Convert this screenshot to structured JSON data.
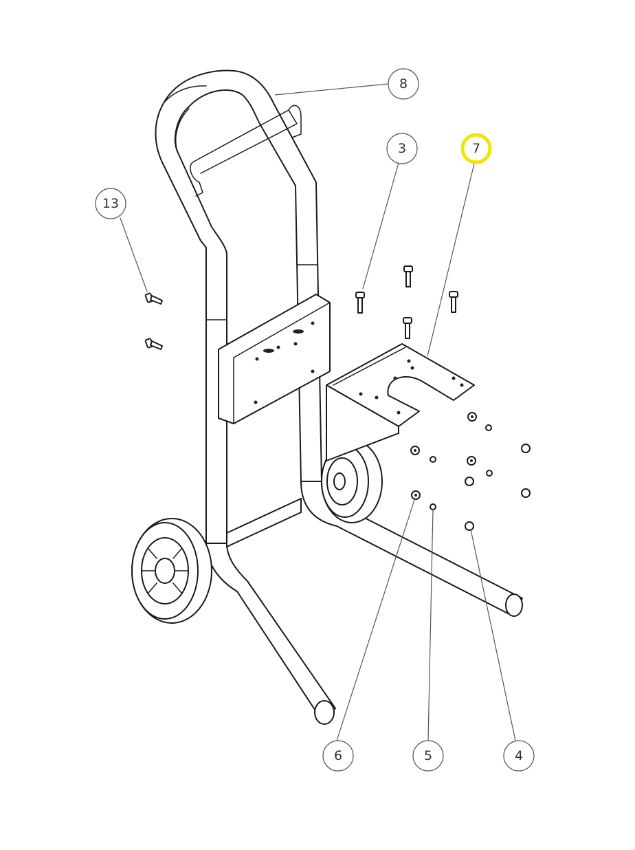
{
  "diagram": {
    "callouts": [
      {
        "id": "8",
        "label": "8",
        "highlighted": false
      },
      {
        "id": "3",
        "label": "3",
        "highlighted": false
      },
      {
        "id": "7",
        "label": "7",
        "highlighted": true
      },
      {
        "id": "13",
        "label": "13",
        "highlighted": false
      },
      {
        "id": "6",
        "label": "6",
        "highlighted": false
      },
      {
        "id": "5",
        "label": "5",
        "highlighted": false
      },
      {
        "id": "4",
        "label": "4",
        "highlighted": false
      }
    ],
    "highlight_color": "#f2e600",
    "line_color": "#1a1a1a"
  }
}
